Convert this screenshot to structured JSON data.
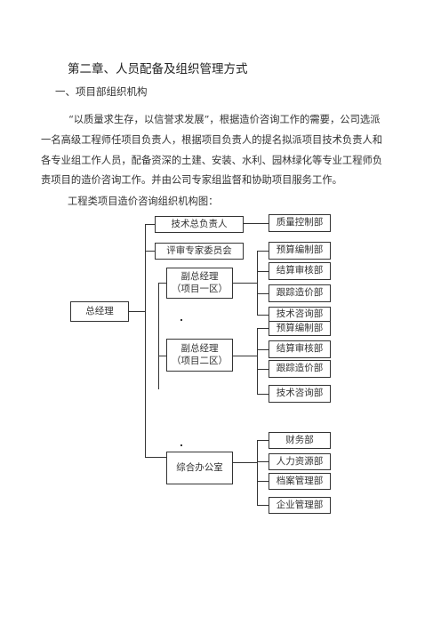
{
  "heading": {
    "chapter": "第二章、人员配备及组织管理方式",
    "section": "一、项目部组织机构"
  },
  "body": {
    "line1": "“以质量求生存，以信誉求发展”，根据造价咨询工作的需要，公司选派",
    "line2": "一名高级工程师任项目负责人，根据项目负责人的提名拟派项目技术负责人和",
    "line3": "各专业组工作人员，配备资深的土建、安装、水利、园林绿化等专业工程师负",
    "line4": "责项目的造价咨询工作。并由公司专家组监督和协助项目服务工作。"
  },
  "caption": "工程类项目造价咨询组织机构图：",
  "org": {
    "root": "总经理",
    "tech_lead": "技术总负责人",
    "expert_committee": "评审专家委员会",
    "vgm1_line1": "副总经理",
    "vgm1_line2": "（项目一区）",
    "vgm2_line1": "副总经理",
    "vgm2_line2": "（项目二区）",
    "office": "综合办公室",
    "quality_control": "质量控制部",
    "zone1": [
      "预算编制部",
      "结算审核部",
      "跟踪造价部",
      "技术咨询部"
    ],
    "zone2": [
      "预算编制部",
      "结算审核部",
      "跟踪造价部",
      "技术咨询部"
    ],
    "office_depts": [
      "财务部",
      "人力资源部",
      "档案管理部",
      "企业管理部"
    ]
  }
}
